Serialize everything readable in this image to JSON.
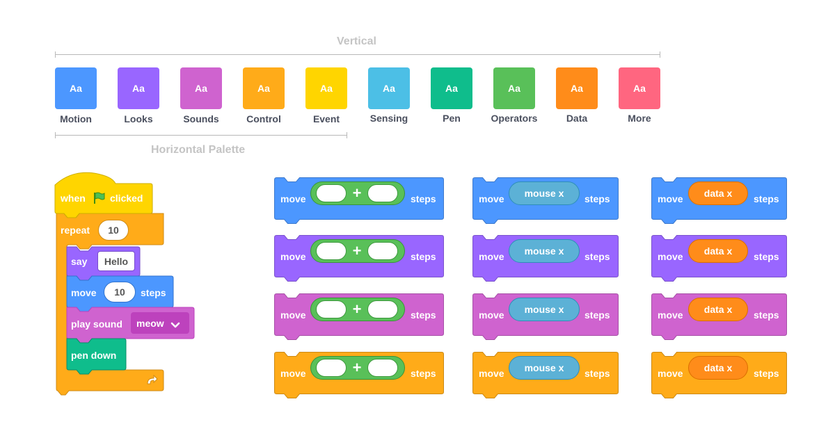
{
  "headings": {
    "vertical": "Vertical",
    "horizontal": "Horizontal Palette"
  },
  "palette": [
    {
      "label": "Motion",
      "icon": "Aa",
      "color": "#4c97ff"
    },
    {
      "label": "Looks",
      "icon": "Aa",
      "color": "#9966ff"
    },
    {
      "label": "Sounds",
      "icon": "Aa",
      "color": "#cf63cf"
    },
    {
      "label": "Control",
      "icon": "Aa",
      "color": "#ffab19"
    },
    {
      "label": "Event",
      "icon": "Aa",
      "color": "#ffd500"
    },
    {
      "label": "Sensing",
      "icon": "Aa",
      "color": "#4cbfe6"
    },
    {
      "label": "Pen",
      "icon": "Aa",
      "color": "#0fbd8c"
    },
    {
      "label": "Operators",
      "icon": "Aa",
      "color": "#59c059"
    },
    {
      "label": "Data",
      "icon": "Aa",
      "color": "#ff8c1a"
    },
    {
      "label": "More",
      "icon": "Aa",
      "color": "#ff6680"
    }
  ],
  "script": {
    "hat": {
      "when": "when",
      "clicked": "clicked",
      "icon": "green-flag-icon"
    },
    "repeat": {
      "label": "repeat",
      "count": "10",
      "icon": "loop-arrow-icon"
    },
    "say": {
      "label": "say",
      "value": "Hello"
    },
    "move": {
      "label": "move",
      "value": "10",
      "suffix": "steps"
    },
    "play_sound": {
      "label": "play sound",
      "value": "meow",
      "icon": "chevron-down-icon"
    },
    "pen_down": {
      "label": "pen down"
    }
  },
  "grid": {
    "move_label": "move",
    "steps_label": "steps",
    "plus": "+",
    "mouse_x": "mouse x",
    "data_x": "data x",
    "row_colors": [
      "#4c97ff",
      "#9966ff",
      "#cf63cf",
      "#ffab19"
    ]
  },
  "colors": {
    "motion": "#4c97ff",
    "looks": "#9966ff",
    "sound": "#cf63cf",
    "control": "#ffab19",
    "event": "#ffd500",
    "pen": "#0fbd8c",
    "operators": "#59c059",
    "sensing": "#5cb1d6",
    "data": "#ff8c1a"
  }
}
